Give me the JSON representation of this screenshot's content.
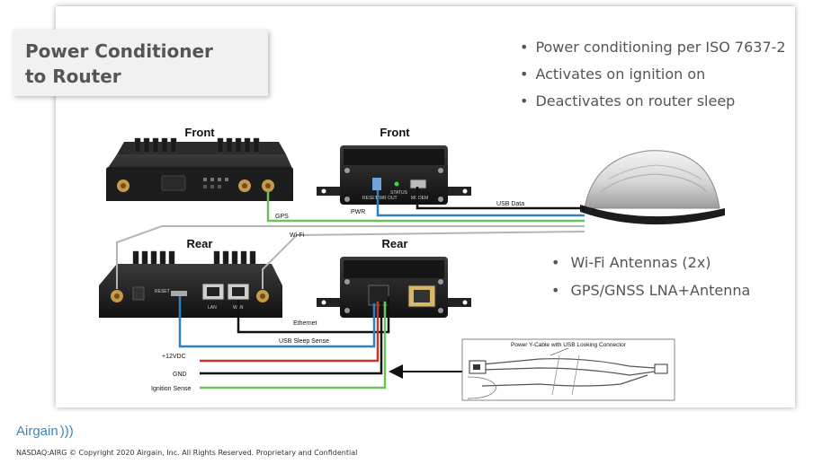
{
  "slide": {
    "title_line1": "Power Conditioner",
    "title_line2": "to Router",
    "bullets_top": [
      "Power conditioning per ISO 7637-2",
      "Activates on ignition on",
      "Deactivates on router sleep"
    ],
    "bullets_mid": [
      "Wi-Fi Antennas (2x)",
      "GPS/GNSS LNA+Antenna"
    ]
  },
  "diagram": {
    "router_front_label": "Front",
    "router_rear_label": "Rear",
    "conditioner_front_label": "Front",
    "conditioner_rear_label": "Rear",
    "pwr_label": "PWR",
    "gps_label": "GPS",
    "wifi_label": "Wi-Fi",
    "usb_data_label": "USB Data",
    "ethernet_label": "Ethernet",
    "usb_sleep_sense_label": "USB Sleep Sense",
    "vdc_label": "+12VDC",
    "gnd_label": "GND",
    "ignition_label": "Ignition Sense",
    "cable_label": "Power Y-Cable with USB Looking Connector",
    "front_port_labels": [
      "RESET",
      "PWR OUT",
      "STATUS",
      "MODEM"
    ],
    "rear_port_labels": [
      "RESET",
      "LAN",
      "WAN"
    ]
  },
  "footer": {
    "logo_text": "Airgain",
    "logo_waves": ")))",
    "copyright": "NASDAQ:AIRG © Copyright 2020 Airgain, Inc. All Rights Reserved.  Proprietary and Confidential"
  },
  "colors": {
    "gps_wire": "#6cc15a",
    "usb_wire": "#2f7fc1",
    "power_wire": "#c0392b",
    "ground_wire": "#111111",
    "wifi_wire": "#b5b5b5",
    "title_text": "#555555",
    "logo": "#3f86b5"
  }
}
